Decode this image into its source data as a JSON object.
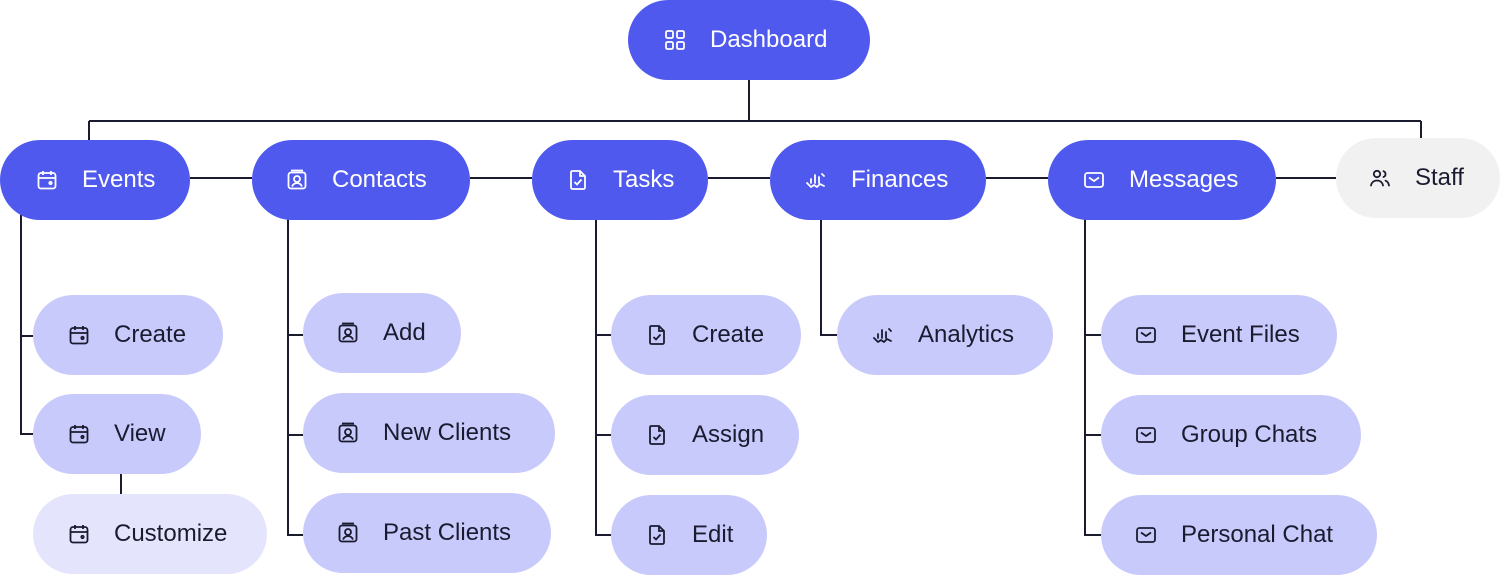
{
  "root": {
    "label": "Dashboard",
    "icon": "grid-icon"
  },
  "sections": [
    {
      "label": "Events",
      "icon": "calendar-icon"
    },
    {
      "label": "Contacts",
      "icon": "contact-card-icon"
    },
    {
      "label": "Tasks",
      "icon": "file-check-icon"
    },
    {
      "label": "Finances",
      "icon": "chart-hand-icon"
    },
    {
      "label": "Messages",
      "icon": "envelope-icon"
    },
    {
      "label": "Staff",
      "icon": "users-icon"
    }
  ],
  "events_children": [
    {
      "label": "Create",
      "icon": "calendar-icon"
    },
    {
      "label": "View",
      "icon": "calendar-icon"
    },
    {
      "label": "Customize",
      "icon": "calendar-icon"
    }
  ],
  "contacts_children": [
    {
      "label": "Add",
      "icon": "contact-card-icon"
    },
    {
      "label": "New Clients",
      "icon": "contact-card-icon"
    },
    {
      "label": "Past Clients",
      "icon": "contact-card-icon"
    }
  ],
  "tasks_children": [
    {
      "label": "Create",
      "icon": "file-check-icon"
    },
    {
      "label": "Assign",
      "icon": "file-check-icon"
    },
    {
      "label": "Edit",
      "icon": "file-check-icon"
    }
  ],
  "finances_children": [
    {
      "label": "Analytics",
      "icon": "chart-hand-icon"
    }
  ],
  "messages_children": [
    {
      "label": "Event Files",
      "icon": "envelope-icon"
    },
    {
      "label": "Group Chats",
      "icon": "envelope-icon"
    },
    {
      "label": "Personal Chat",
      "icon": "envelope-icon"
    }
  ],
  "colors": {
    "primary": "#5059EE",
    "secondary": "#C8CAFC",
    "tertiary": "#E4E5FD",
    "inactive": "#F1F1F1",
    "connector": "#1B1B2F"
  }
}
